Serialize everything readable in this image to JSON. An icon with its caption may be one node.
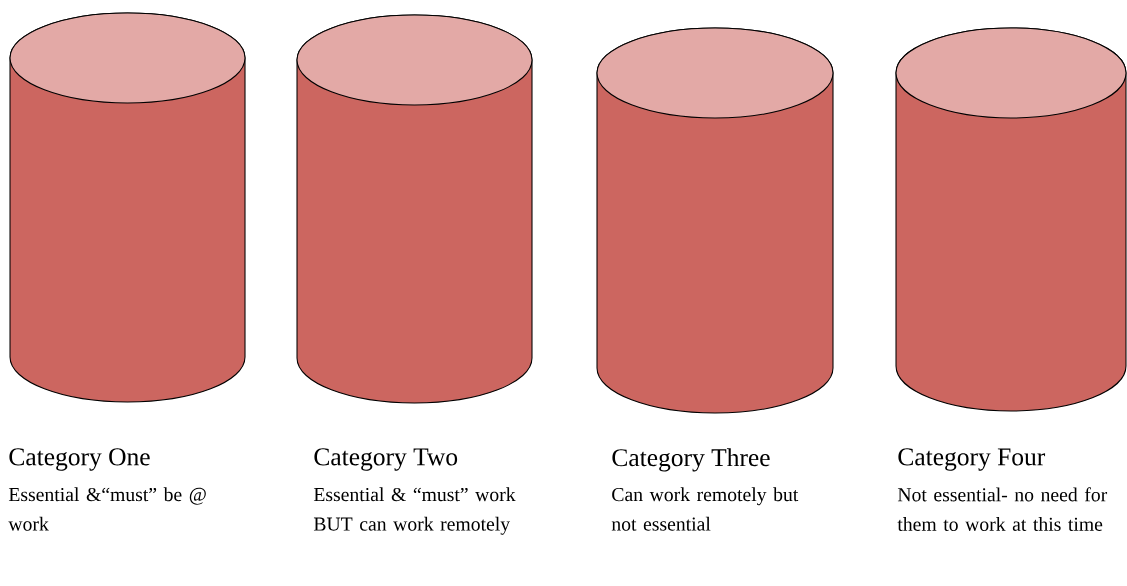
{
  "diagram": {
    "nodes": [
      {
        "text": [
          "Category One",
          "Essential &“must” be @ work"
        ]
      },
      {
        "text": [
          "Category Two",
          "Essential & “must” work BUT can work remotely"
        ]
      },
      {
        "text": [
          "Category Three",
          "Can work remotely but not essential"
        ]
      },
      {
        "text": [
          "Category Four",
          "Not essential-  no need for them to work at this time"
        ]
      }
    ]
  }
}
